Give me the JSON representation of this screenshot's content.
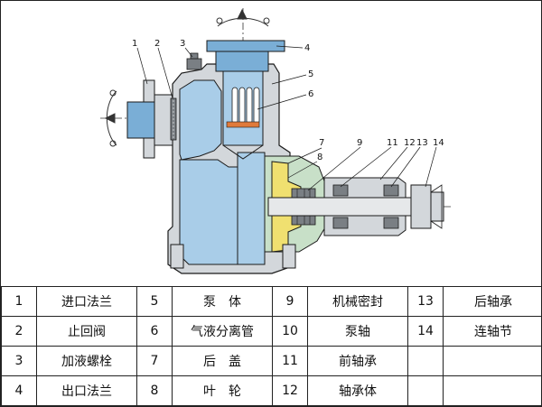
{
  "callouts": [
    "1",
    "2",
    "3",
    "4",
    "5",
    "6",
    "7",
    "8",
    "9",
    "11",
    "12",
    "13",
    "14"
  ],
  "parts": [
    {
      "num": "1",
      "name": "进口法兰"
    },
    {
      "num": "2",
      "name": "止回阀"
    },
    {
      "num": "3",
      "name": "加液螺栓"
    },
    {
      "num": "4",
      "name": "出口法兰"
    },
    {
      "num": "5",
      "name": "泵　体"
    },
    {
      "num": "6",
      "name": "气液分离管"
    },
    {
      "num": "7",
      "name": "后　盖"
    },
    {
      "num": "8",
      "name": "叶　轮"
    },
    {
      "num": "9",
      "name": "机械密封"
    },
    {
      "num": "10",
      "name": "泵轴"
    },
    {
      "num": "11",
      "name": "前轴承"
    },
    {
      "num": "12",
      "name": "轴承体"
    },
    {
      "num": "13",
      "name": "后轴承"
    },
    {
      "num": "14",
      "name": "连轴节"
    }
  ],
  "colors": {
    "liquid": "#a9cde8",
    "flange": "#7aaed6",
    "casing": "#d3d7db",
    "seal": "#f0e070",
    "valve_element": "#e07a3a",
    "line": "#1a1a1a"
  }
}
